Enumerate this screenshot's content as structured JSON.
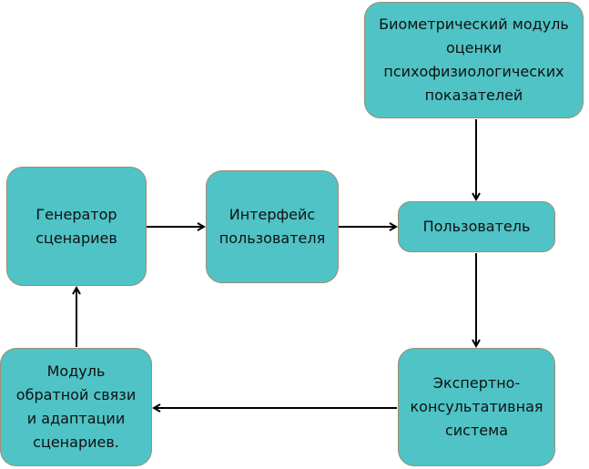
{
  "diagram": {
    "colors": {
      "box_fill": "#4fc3c6",
      "box_border": "#9b8f72",
      "arrow": "#000000"
    },
    "nodes": {
      "biometric": {
        "label": "Биометрический модуль\nоценки\nпсихофизиологических\nпоказателей"
      },
      "generator": {
        "label": "Генератор\nсценариев"
      },
      "interface": {
        "label": "Интерфейс\nпользователя"
      },
      "user": {
        "label": "Пользователь"
      },
      "expert": {
        "label": "Экспертно-\nконсультативная\nсистема"
      },
      "feedback": {
        "label": "Модуль\nобратной связи\nи адаптации\nсценариев."
      }
    },
    "edges": [
      {
        "from": "generator",
        "to": "interface"
      },
      {
        "from": "interface",
        "to": "user"
      },
      {
        "from": "biometric",
        "to": "user"
      },
      {
        "from": "user",
        "to": "expert"
      },
      {
        "from": "expert",
        "to": "feedback"
      },
      {
        "from": "feedback",
        "to": "generator"
      }
    ]
  }
}
